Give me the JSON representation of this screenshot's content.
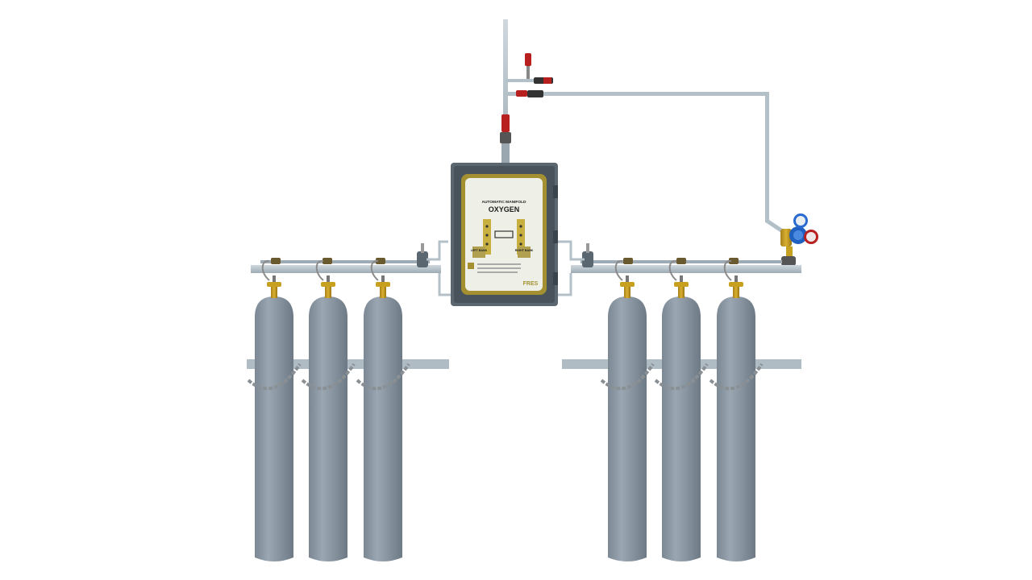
{
  "panel": {
    "title_small": "AUTOMATIC MANIFOLD",
    "title_main": "OXYGEN",
    "left_bank_label": "LEFT BANK",
    "right_bank_label": "RIGHT BANK",
    "brand": "FRES"
  },
  "colors": {
    "background": "#ffffff",
    "pipe": "#b4c0c8",
    "cylinder": "#8996a2",
    "panel_frame": "#5a6670",
    "panel_face": "#a49030",
    "valve_brass": "#c8a020",
    "valve_red": "#b82020",
    "regulator_blue": "#2060c0"
  },
  "icons": {
    "cylinder": "gas-cylinder-icon",
    "valve": "cylinder-valve-icon",
    "regulator": "pressure-regulator-icon",
    "gauge": "pressure-gauge-icon"
  }
}
